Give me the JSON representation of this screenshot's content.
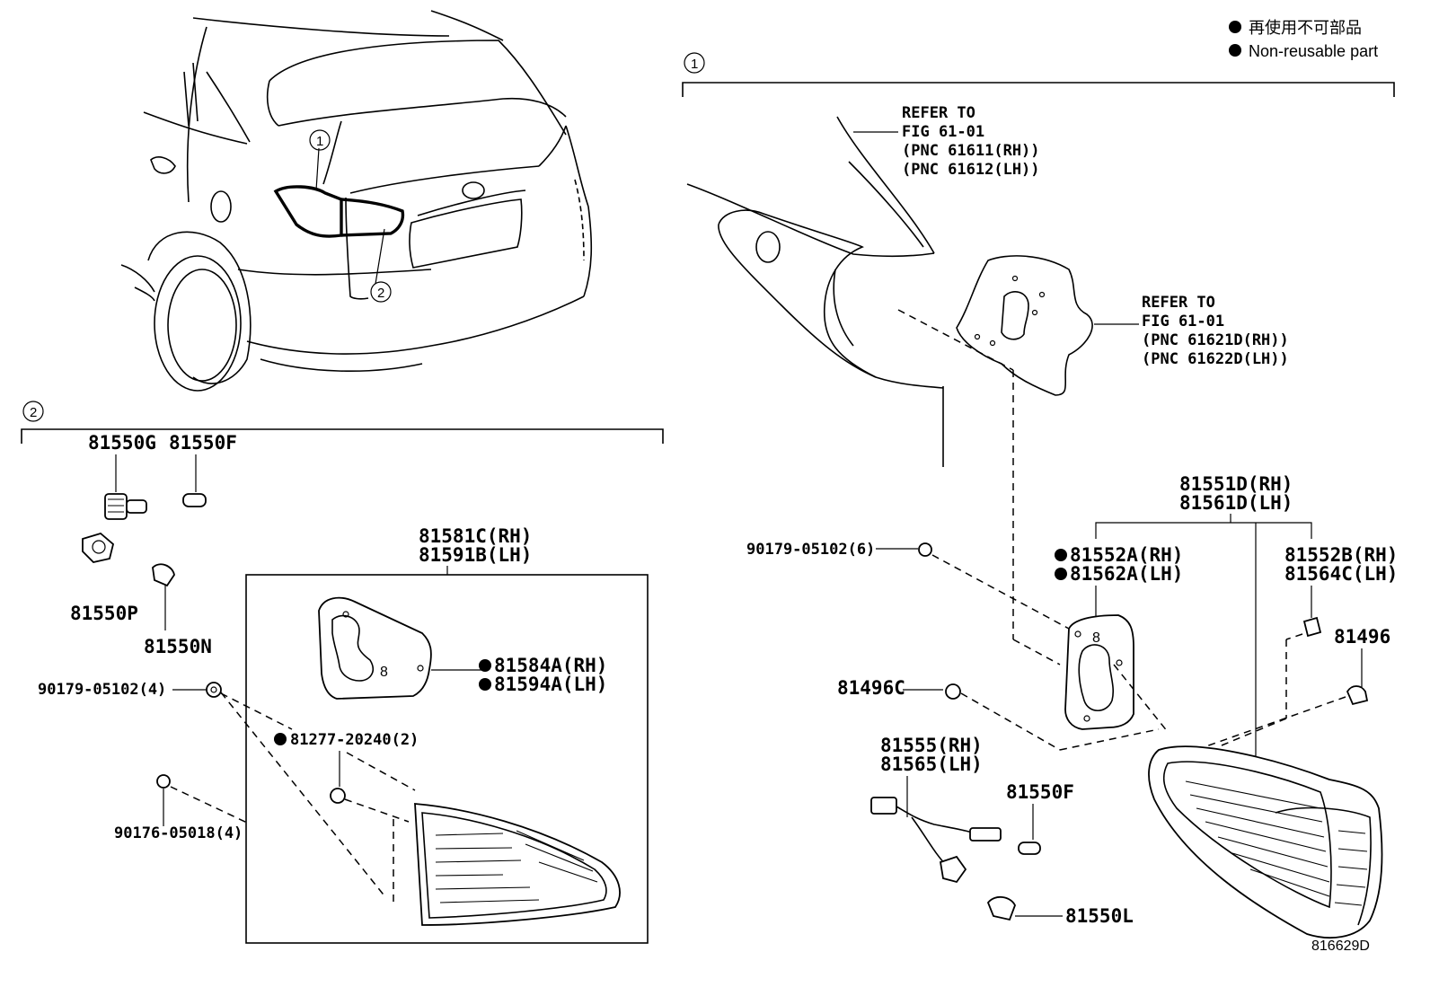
{
  "legend": {
    "jp": "再使用不可部品",
    "en": "Non-reusable part"
  },
  "callouts": {
    "one": "1",
    "two": "2"
  },
  "refer_upper": {
    "line1": "REFER TO",
    "line2": "FIG 61-01",
    "line3": "(PNC 61611(RH))",
    "line4": "(PNC 61612(LH))"
  },
  "refer_lower": {
    "line1": "REFER TO",
    "line2": "FIG 61-01",
    "line3": "(PNC 61621D(RH))",
    "line4": "(PNC 61622D(LH))"
  },
  "parts_left": {
    "p81550G": "81550G",
    "p81550F": "81550F",
    "p81550P": "81550P",
    "p81550N": "81550N",
    "p90179_4": "90179-05102(4)",
    "p90176_4": "90176-05018(4)",
    "p81277": "81277-20240(2)",
    "p81581C": "81581C(RH)",
    "p81591B": "81591B(LH)",
    "p81584A": "81584A(RH)",
    "p81594A": "81594A(LH)"
  },
  "parts_right": {
    "p81551D": "81551D(RH)",
    "p81561D": "81561D(LH)",
    "p90179_6": "90179-05102(6)",
    "p81552A": "81552A(RH)",
    "p81562A": "81562A(LH)",
    "p81552B": "81552B(RH)",
    "p81564C": "81564C(LH)",
    "p81496": "81496",
    "p81496C": "81496C",
    "p81555": "81555(RH)",
    "p81565": "81565(LH)",
    "p81550F": "81550F",
    "p81550L": "81550L"
  },
  "figure_code": "816629D"
}
